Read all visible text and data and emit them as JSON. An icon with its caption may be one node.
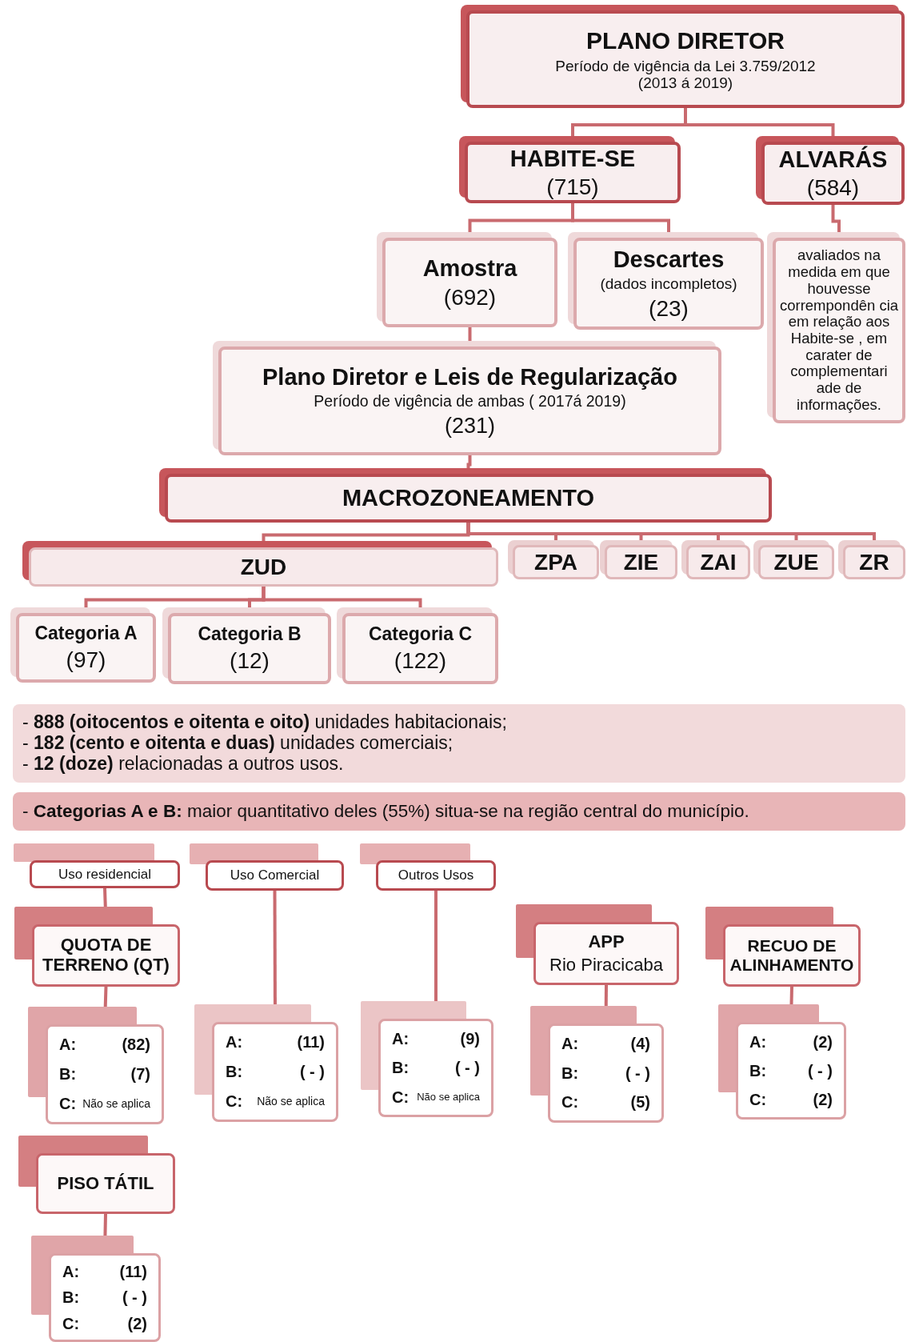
{
  "diagram": {
    "nodes": [
      {
        "text": [
          "PLANO DIRETOR",
          "Período de vigência da  Lei 3.759/2012 (2013 á 2019)"
        ]
      },
      {
        "text": [
          "HABITE-SE",
          "(715)"
        ]
      },
      {
        "text": [
          "ALVARÁS",
          "(584)"
        ]
      },
      {
        "text": [
          "Amostra",
          "(692)"
        ]
      },
      {
        "text": [
          "Descartes",
          "(dados incompletos)",
          "(23)"
        ]
      },
      {
        "text": [
          "avaliados na medida em que houvesse corrempondên cia em relação aos Habite-se , em carater de complementari ade de informações."
        ]
      },
      {
        "text": [
          "Plano Diretor e Leis de Regularização",
          "Período de vigência de ambas ( 2017á 2019)",
          "(231)"
        ]
      },
      {
        "text": [
          "MACROZONEAMENTO"
        ]
      },
      {
        "text": [
          "ZUD"
        ]
      },
      {
        "text": [
          "ZPA"
        ]
      },
      {
        "text": [
          "ZIE"
        ]
      },
      {
        "text": [
          "ZAI"
        ]
      },
      {
        "text": [
          "ZUE"
        ]
      },
      {
        "text": [
          "ZR"
        ]
      },
      {
        "text": [
          "Categoria A",
          "(97)"
        ]
      },
      {
        "text": [
          "Categoria B",
          "(12)"
        ]
      },
      {
        "text": [
          "Categoria C",
          "(122)"
        ]
      },
      {
        "text": [
          "- **888 (oitocentos e oitenta e oito)** unidades habitacionais;",
          "- **182 (cento e oitenta e duas)** unidades comerciais;",
          "- **12 (doze)** relacionadas a outros usos."
        ]
      },
      {
        "text": [
          "- **Categorias A e B:** maior quantitativo deles (55%) situa-se na região central do município."
        ]
      },
      {
        "text": [
          "Uso residencial"
        ]
      },
      {
        "text": [
          "Uso Comercial"
        ]
      },
      {
        "text": [
          "Outros Usos"
        ]
      },
      {
        "text": [
          "QUOTA DE TERRENO (QT)"
        ]
      },
      {
        "text": [
          "A:",
          "(82)",
          "B:",
          "(7)",
          "C:",
          "Não se aplica"
        ]
      },
      {
        "text": [
          "A:",
          "(11)",
          "B:",
          "( - )",
          "C:",
          "Não se aplica"
        ]
      },
      {
        "text": [
          "A:",
          "(9)",
          "B:",
          "( - )",
          "C:",
          "Não se aplica"
        ]
      },
      {
        "text": [
          "APP",
          "Rio Piracicaba"
        ]
      },
      {
        "text": [
          "A:",
          "(4)",
          "B:",
          "( - )",
          "C:",
          "(5)"
        ]
      },
      {
        "text": [
          "RECUO DE ALINHAMENTO"
        ]
      },
      {
        "text": [
          "A:",
          "(2)",
          "B:",
          "( - )",
          "C:",
          "(2)"
        ]
      },
      {
        "text": [
          "PISO TÁTIL"
        ]
      },
      {
        "text": [
          "A:",
          "(11)",
          "B:",
          "( - )",
          "C:",
          "(2)"
        ]
      }
    ],
    "edges": [
      {
        "from": 0,
        "to": 1,
        "arrow": "none"
      },
      {
        "from": 0,
        "to": 2,
        "arrow": "none"
      },
      {
        "from": 1,
        "to": 3,
        "arrow": "none"
      },
      {
        "from": 1,
        "to": 4,
        "arrow": "none"
      },
      {
        "from": 2,
        "to": 5,
        "arrow": "none"
      },
      {
        "from": 3,
        "to": 6,
        "arrow": "none"
      },
      {
        "from": 6,
        "to": 7,
        "arrow": "none"
      },
      {
        "from": 7,
        "to": 8,
        "arrow": "none"
      },
      {
        "from": 7,
        "to": 9,
        "arrow": "none"
      },
      {
        "from": 7,
        "to": 10,
        "arrow": "none"
      },
      {
        "from": 7,
        "to": 11,
        "arrow": "none"
      },
      {
        "from": 7,
        "to": 12,
        "arrow": "none"
      },
      {
        "from": 7,
        "to": 13,
        "arrow": "none"
      },
      {
        "from": 8,
        "to": 14,
        "arrow": "none"
      },
      {
        "from": 8,
        "to": 15,
        "arrow": "none"
      },
      {
        "from": 8,
        "to": 16,
        "arrow": "none"
      },
      {
        "from": 19,
        "to": 22,
        "arrow": "none"
      },
      {
        "from": 22,
        "to": 23,
        "arrow": "none"
      },
      {
        "from": 20,
        "to": 24,
        "arrow": "none"
      },
      {
        "from": 21,
        "to": 25,
        "arrow": "none"
      },
      {
        "from": 26,
        "to": 27,
        "arrow": "none"
      },
      {
        "from": 28,
        "to": 29,
        "arrow": "none"
      },
      {
        "from": 30,
        "to": 31,
        "arrow": "none"
      }
    ]
  }
}
